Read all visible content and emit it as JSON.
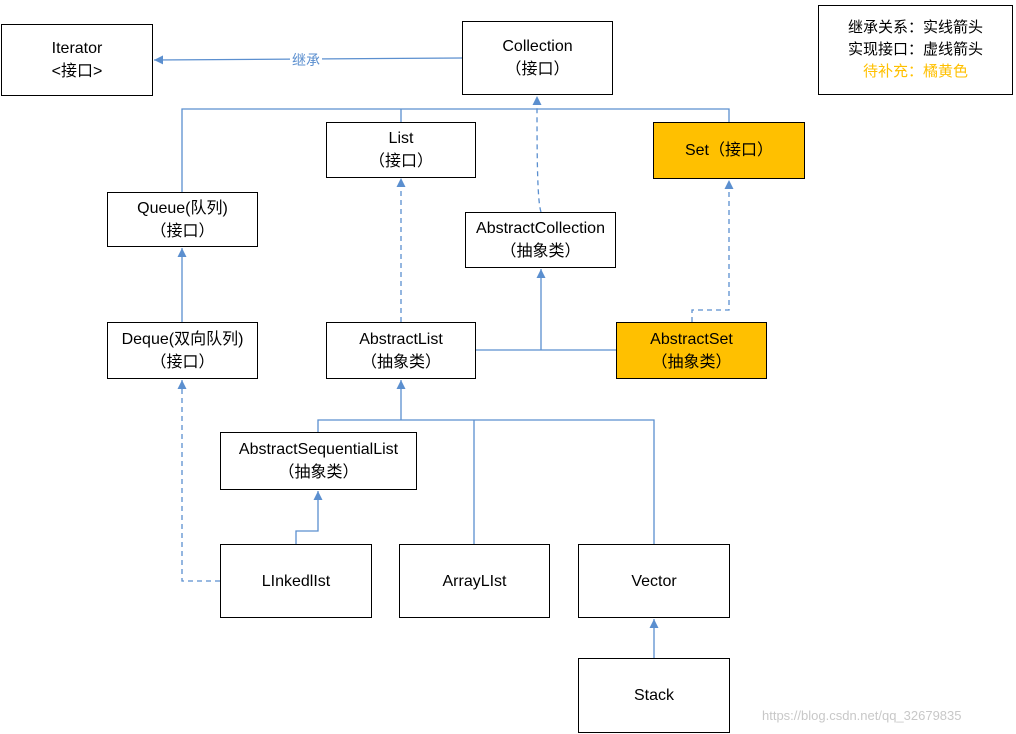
{
  "nodes": {
    "iterator": {
      "name": "Iterator",
      "kind": "<接口>"
    },
    "collection": {
      "name": "Collection",
      "kind": "（接口）"
    },
    "list": {
      "name": "List",
      "kind": "（接口）"
    },
    "set": {
      "name": "Set（接口）"
    },
    "queue": {
      "name": "Queue(队列)",
      "kind": "（接口）"
    },
    "abstract_collection": {
      "name": "AbstractCollection",
      "kind": "（抽象类）"
    },
    "deque": {
      "name": "Deque(双向队列)",
      "kind": "（接口）"
    },
    "abstract_list": {
      "name": "AbstractList",
      "kind": "（抽象类）"
    },
    "abstract_set": {
      "name": "AbstractSet",
      "kind": "（抽象类）"
    },
    "abstract_sequential_list": {
      "name": "AbstractSequentialList",
      "kind": "（抽象类）"
    },
    "linked_list": {
      "name": "LInkedlIst"
    },
    "array_list": {
      "name": "ArrayLIst"
    },
    "vector": {
      "name": "Vector"
    },
    "stack": {
      "name": "Stack"
    }
  },
  "edge_labels": {
    "inherit": "继承"
  },
  "legend": {
    "line1": "继承关系：实线箭头",
    "line2": "实现接口：虚线箭头",
    "line3": "待补充：橘黄色"
  },
  "colors": {
    "line": "#5b8fcf",
    "highlight": "#ffc000"
  },
  "watermark": "https://blog.csdn.net/qq_32679835"
}
